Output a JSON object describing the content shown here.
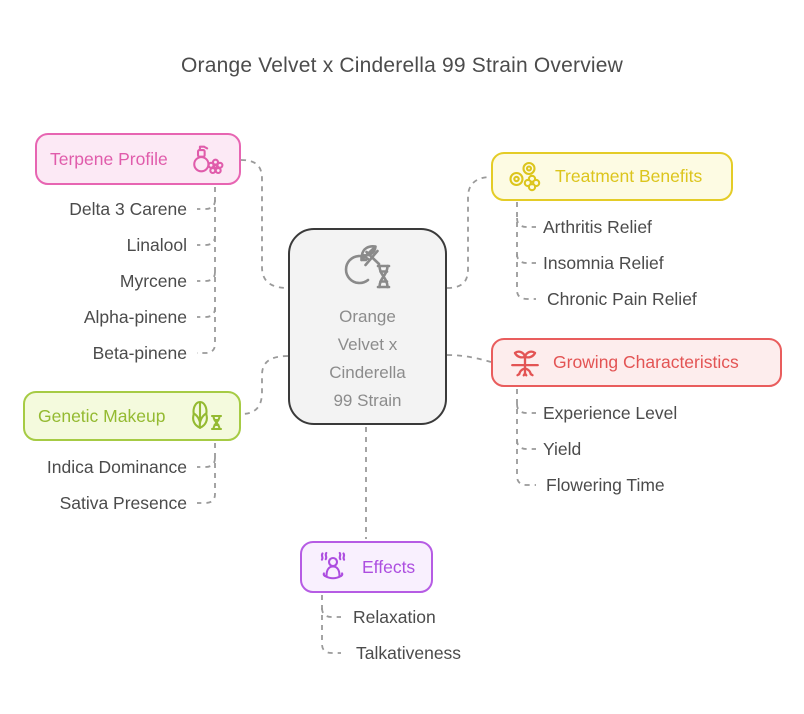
{
  "title": "Orange Velvet x Cinderella 99 Strain Overview",
  "center": {
    "label": "Orange Velvet x Cinderella 99 Strain",
    "icon": "orange-cross-dna-icon"
  },
  "colors": {
    "terpene_border": "#e765b2",
    "terpene_bg": "#fce9f5",
    "terpene_text": "#e05cab",
    "genetic_border": "#a6cb44",
    "genetic_bg": "#f4fadd",
    "genetic_text": "#94ba31",
    "treatment_border": "#e4cc27",
    "treatment_bg": "#fdfbe3",
    "treatment_text": "#dcc51d",
    "growing_border": "#e95d5d",
    "growing_bg": "#fdeded",
    "growing_text": "#e35454",
    "effects_border": "#b65ce4",
    "effects_bg": "#f9f0fe",
    "effects_text": "#ad4ee0",
    "central_border": "#3a3a3a",
    "central_bg": "#f3f3f3",
    "central_text": "#8c8c8c",
    "connector": "#9a9a9a",
    "item_text": "#4b4b4b",
    "title_text": "#4c4c4c"
  },
  "branches": {
    "terpene": {
      "label": "Terpene Profile",
      "icon": "perfume-bottle-flower-icon",
      "items": [
        "Delta 3 Carene",
        "Linalool",
        "Myrcene",
        "Alpha-pinene",
        "Beta-pinene"
      ]
    },
    "genetic": {
      "label": "Genetic Makeup",
      "icon": "corn-dna-icon",
      "items": [
        "Indica Dominance",
        "Sativa Presence"
      ]
    },
    "treatment": {
      "label": "Treatment Benefits",
      "icon": "pills-icon",
      "items": [
        "Arthritis Relief",
        "Insomnia Relief",
        "Chronic Pain Relief"
      ]
    },
    "growing": {
      "label": "Growing Characteristics",
      "icon": "sprout-roots-icon",
      "items": [
        "Experience Level",
        "Yield",
        "Flowering Time"
      ]
    },
    "effects": {
      "label": "Effects",
      "icon": "meditating-person-icon",
      "items": [
        "Relaxation",
        "Talkativeness"
      ]
    }
  }
}
